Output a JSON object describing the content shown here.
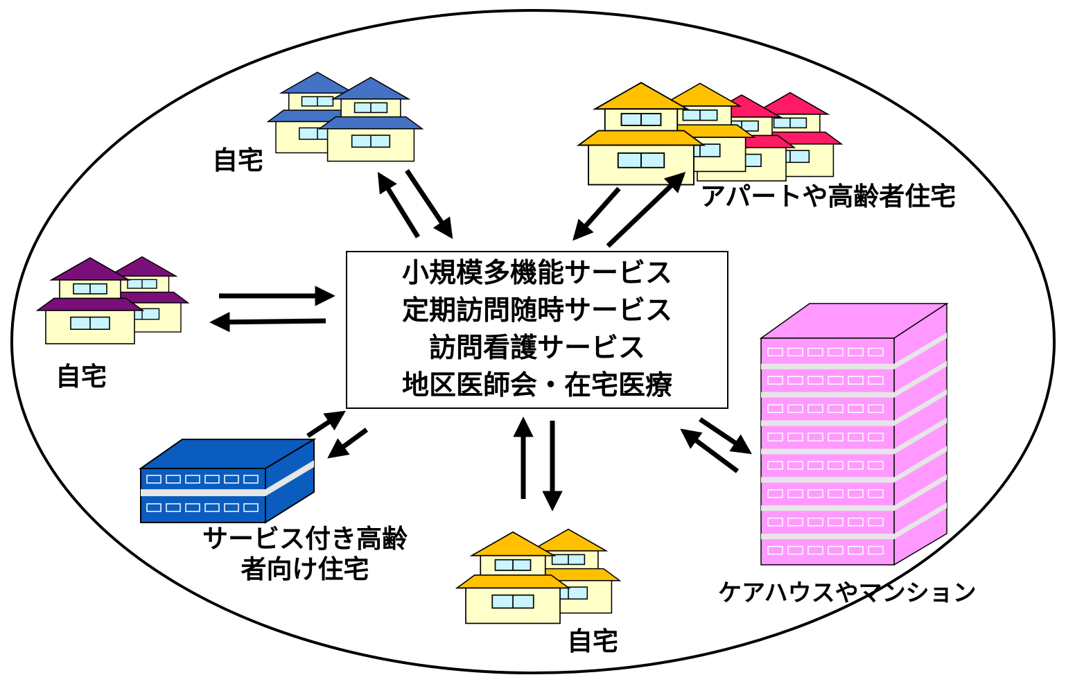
{
  "center": {
    "lines": [
      "小規模多機能サービス",
      "定期訪問随時サービス",
      "訪問看護サービス",
      "地区医師会・在宅医療"
    ]
  },
  "labels": {
    "home_top": "自宅",
    "home_left": "自宅",
    "home_bottom": "自宅",
    "apartment": "アパートや高齢者住宅",
    "service_housing_line1": "サービス付き高齢",
    "service_housing_line2": "者向け住宅",
    "carehouse": "ケアハウスやマンション"
  },
  "colors": {
    "house_top": "#4472c4",
    "house_left": "#7a0f7a",
    "house_bottom": "#ffc000",
    "apartment_yellow": "#ffc000",
    "apartment_pink": "#ff1a66",
    "building_blue": "#0a5cbf",
    "building_pink": "#ff99ff",
    "house_wall": "#ffffc8",
    "window": "#c8f5ff"
  }
}
